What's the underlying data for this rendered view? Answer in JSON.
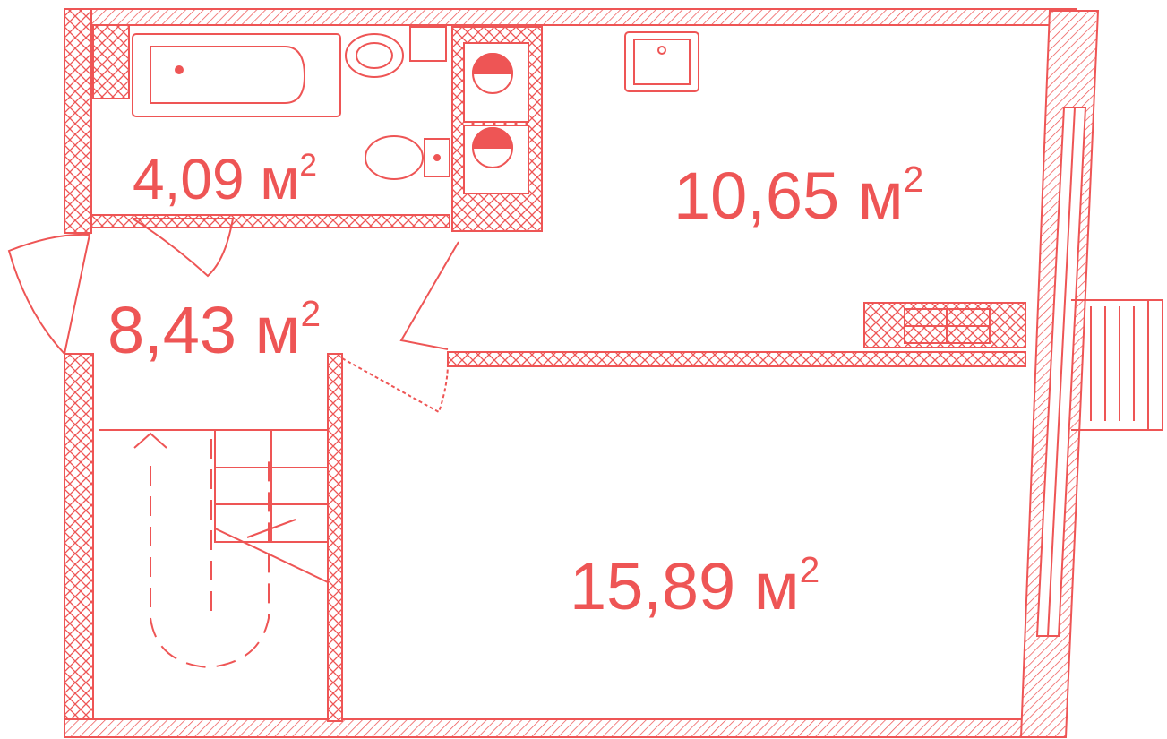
{
  "plan": {
    "line_color": "#ee5555",
    "background": "#ffffff",
    "rooms": [
      {
        "id": "bathroom",
        "area": "4,09",
        "unit": "м",
        "exp": "2"
      },
      {
        "id": "kitchen",
        "area": "10,65",
        "unit": "м",
        "exp": "2"
      },
      {
        "id": "hall",
        "area": "8,43",
        "unit": "м",
        "exp": "2"
      },
      {
        "id": "living-room",
        "area": "15,89",
        "unit": "м",
        "exp": "2"
      }
    ]
  }
}
